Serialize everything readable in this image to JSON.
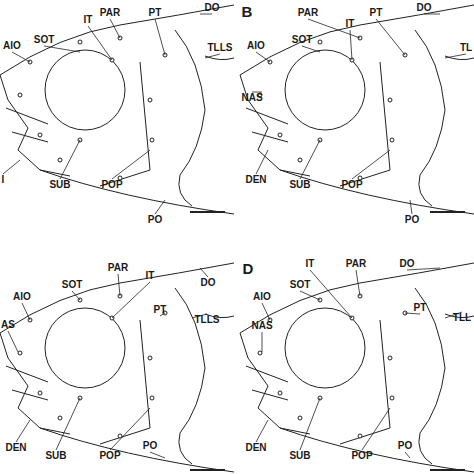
{
  "diagram": {
    "labels": [
      "AIO",
      "SOT",
      "IT",
      "PAR",
      "PT",
      "DO",
      "TLLS",
      "SUB",
      "POP",
      "PO",
      "I",
      "B",
      "PAR",
      "IT",
      "SOT",
      "AIO",
      "PT",
      "DO",
      "TL",
      "NAS",
      "DEN",
      "SUB",
      "POP",
      "PO",
      "PAR",
      "IT",
      "DO",
      "SOT",
      "AIO",
      "PT",
      "TLLS",
      "AS",
      "DEN",
      "SUB",
      "POP",
      "PO",
      "D",
      "IT",
      "PAR",
      "DO",
      "SOT",
      "AIO",
      "PT",
      "TLL",
      "NAS",
      "DEN",
      "SUB",
      "POP",
      "PO"
    ]
  }
}
